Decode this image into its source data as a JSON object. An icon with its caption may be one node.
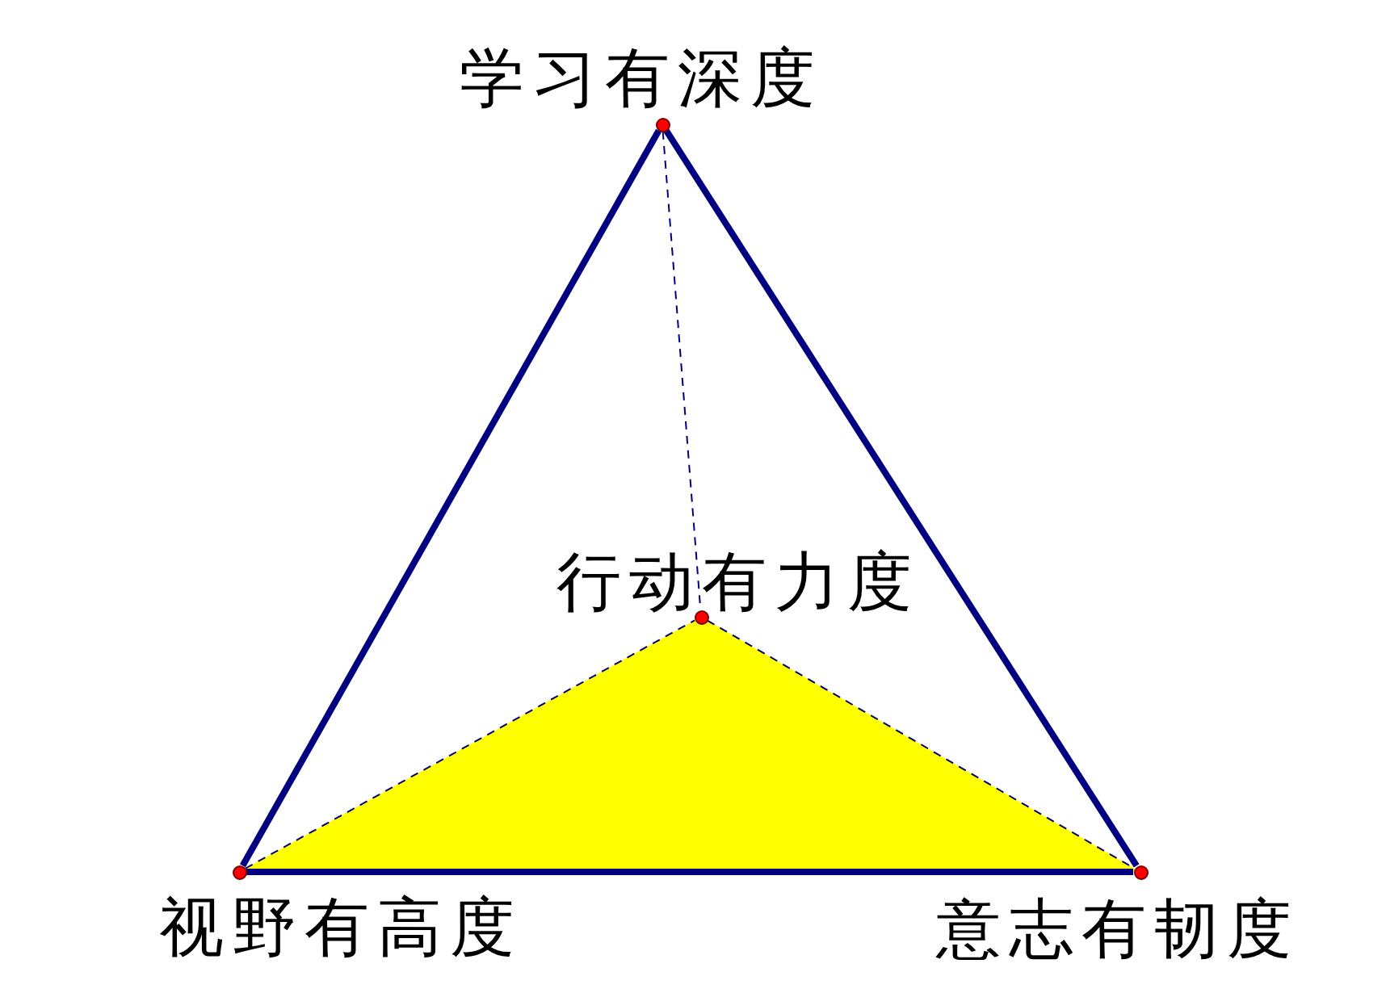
{
  "diagram": {
    "nodes": [
      {
        "text": [],
        "shape": "circle",
        "beside": [
          "学习有深度"
        ]
      },
      {
        "text": [],
        "shape": "circle",
        "beside": [
          "行动有力度"
        ]
      },
      {
        "text": [],
        "shape": "circle",
        "beside": [
          "视野有高度"
        ]
      },
      {
        "text": [],
        "shape": "circle",
        "beside": [
          "意志有韧度"
        ]
      }
    ],
    "edges": [
      {
        "from": 0,
        "to": 2,
        "arrow": "none",
        "style": "thick"
      },
      {
        "from": 0,
        "to": 3,
        "arrow": "none",
        "style": "thick"
      },
      {
        "from": 2,
        "to": 3,
        "arrow": "none",
        "style": "thick"
      },
      {
        "from": 0,
        "to": 1,
        "arrow": "none",
        "style": "dashed"
      },
      {
        "from": 2,
        "to": 1,
        "arrow": "none",
        "style": "dashed"
      },
      {
        "from": 1,
        "to": 3,
        "arrow": "none",
        "style": "dashed"
      }
    ]
  }
}
